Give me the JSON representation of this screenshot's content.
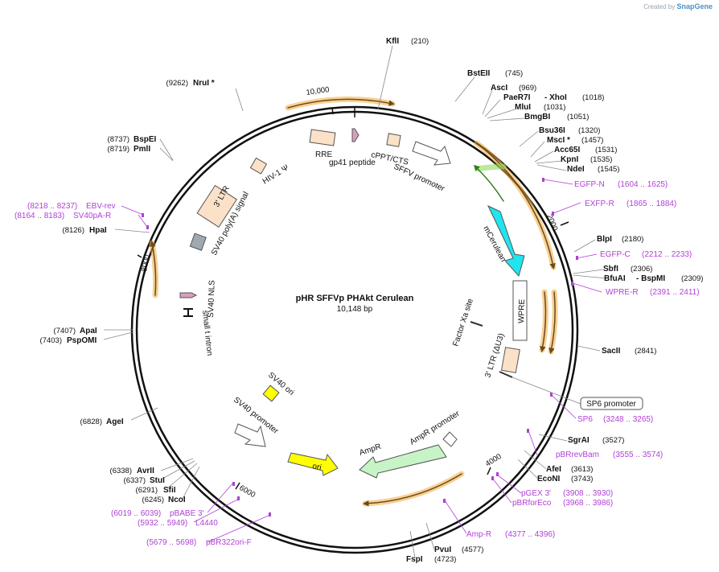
{
  "credit": {
    "prefix": "Created by",
    "brand": "SnapGene"
  },
  "title": "pHR SFFVp PHAkt Cerulean",
  "size": "10,148 bp",
  "ticks": [
    "2000",
    "4000",
    "6000",
    "8000",
    "10,000"
  ],
  "sites_right": [
    {
      "name": "KflI",
      "pos": "(210)"
    },
    {
      "name": "BstEII",
      "pos": "(745)"
    },
    {
      "name": "AscI",
      "pos": "(969)"
    },
    {
      "name": "PaeR7I",
      "pos": "(1018)",
      "name2": "- XhoI"
    },
    {
      "name": "MluI",
      "pos": "(1031)"
    },
    {
      "name": "BmgBI",
      "pos": "(1051)"
    },
    {
      "name": "Bsu36I",
      "pos": "(1320)"
    },
    {
      "name": "MscI *",
      "pos": "(1457)"
    },
    {
      "name": "Acc65I",
      "pos": "(1531)"
    },
    {
      "name": "KpnI",
      "pos": "(1535)"
    },
    {
      "name": "NdeI",
      "pos": "(1545)"
    },
    {
      "name": "BlpI",
      "pos": "(2180)"
    },
    {
      "name": "SbfI",
      "pos": "(2306)"
    },
    {
      "name": "BfuAI",
      "pos": "(2309)",
      "name2": "- BspMI"
    },
    {
      "name": "SacII",
      "pos": "(2841)"
    },
    {
      "name": "SgrAI",
      "pos": "(3527)"
    },
    {
      "name": "AfeI",
      "pos": "(3613)"
    },
    {
      "name": "EcoNI",
      "pos": "(3743)"
    },
    {
      "name": "PvuI",
      "pos": "(4577)"
    },
    {
      "name": "FspI",
      "pos": "(4723)"
    }
  ],
  "sites_left": [
    {
      "name": "NruI *",
      "pos": "(9262)"
    },
    {
      "name": "BspEI",
      "pos": "(8737)"
    },
    {
      "name": "PmlI",
      "pos": "(8719)"
    },
    {
      "name": "HpaI",
      "pos": "(8126)"
    },
    {
      "name": "ApaI",
      "pos": "(7407)"
    },
    {
      "name": "PspOMI",
      "pos": "(7403)"
    },
    {
      "name": "AgeI",
      "pos": "(6828)"
    },
    {
      "name": "AvrII",
      "pos": "(6338)"
    },
    {
      "name": "StuI",
      "pos": "(6337)"
    },
    {
      "name": "SfiI",
      "pos": "(6291)"
    },
    {
      "name": "NcoI",
      "pos": "(6245)"
    }
  ],
  "primers": [
    {
      "name": "EGFP-N",
      "pos": "(1604 .. 1625)"
    },
    {
      "name": "EXFP-R",
      "pos": "(1865 .. 1884)"
    },
    {
      "name": "EGFP-C",
      "pos": "(2212 .. 2233)"
    },
    {
      "name": "WPRE-R",
      "pos": "(2391 .. 2411)"
    },
    {
      "name": "SP6",
      "pos": "(3248 .. 3265)"
    },
    {
      "name": "pBRrevBam",
      "pos": "(3555 .. 3574)"
    },
    {
      "name": "pGEX 3'",
      "pos": "(3908 .. 3930)"
    },
    {
      "name": "pBRforEco",
      "pos": "(3968 .. 3986)"
    },
    {
      "name": "Amp-R",
      "pos": "(4377 .. 4396)"
    },
    {
      "name": "pBR322ori-F",
      "pos": "(5679 .. 5698)"
    },
    {
      "name": "L4440",
      "pos": "(5932 .. 5949)"
    },
    {
      "name": "pBABE 3'",
      "pos": "(6019 .. 6039)"
    },
    {
      "name": "SV40pA-R",
      "pos": "(8164 .. 8183)"
    },
    {
      "name": "EBV-rev",
      "pos": "(8218 .. 8237)"
    }
  ],
  "sp6_promoter": "SP6 promoter",
  "features": {
    "rre": "RRE",
    "gp41": "gp41 peptide",
    "cppt": "cPPT/CTS",
    "sffv": "SFFV promoter",
    "hiv_psi": "HIV-1 Ψ",
    "ltr3": "3' LTR",
    "sv40_polya": "SV40 poly(A) signal",
    "sv40_nls": "SV40 NLS",
    "small_t": "small t intron",
    "mcerulean": "mCerulean",
    "factor_xa": "Factor Xa site",
    "wpre": "WPRE",
    "ltr3_du3": "3' LTR (ΔU3)",
    "ampr_promoter": "AmpR promoter",
    "ampr": "AmpR",
    "ori": "ori",
    "sv40_ori": "SV40 ori",
    "sv40_promoter": "SV40 promoter"
  },
  "colors": {
    "orf_arrow": "#f2ac3a",
    "mcerulean": "#1fe6ee",
    "ampr": "#c6f4c6",
    "ori": "#ffff00",
    "ltr": "#fbe1c8",
    "gp41": "#d8a0bc",
    "primer": "#b03fd6",
    "sv40_polya_box": "#a0a8b0"
  }
}
